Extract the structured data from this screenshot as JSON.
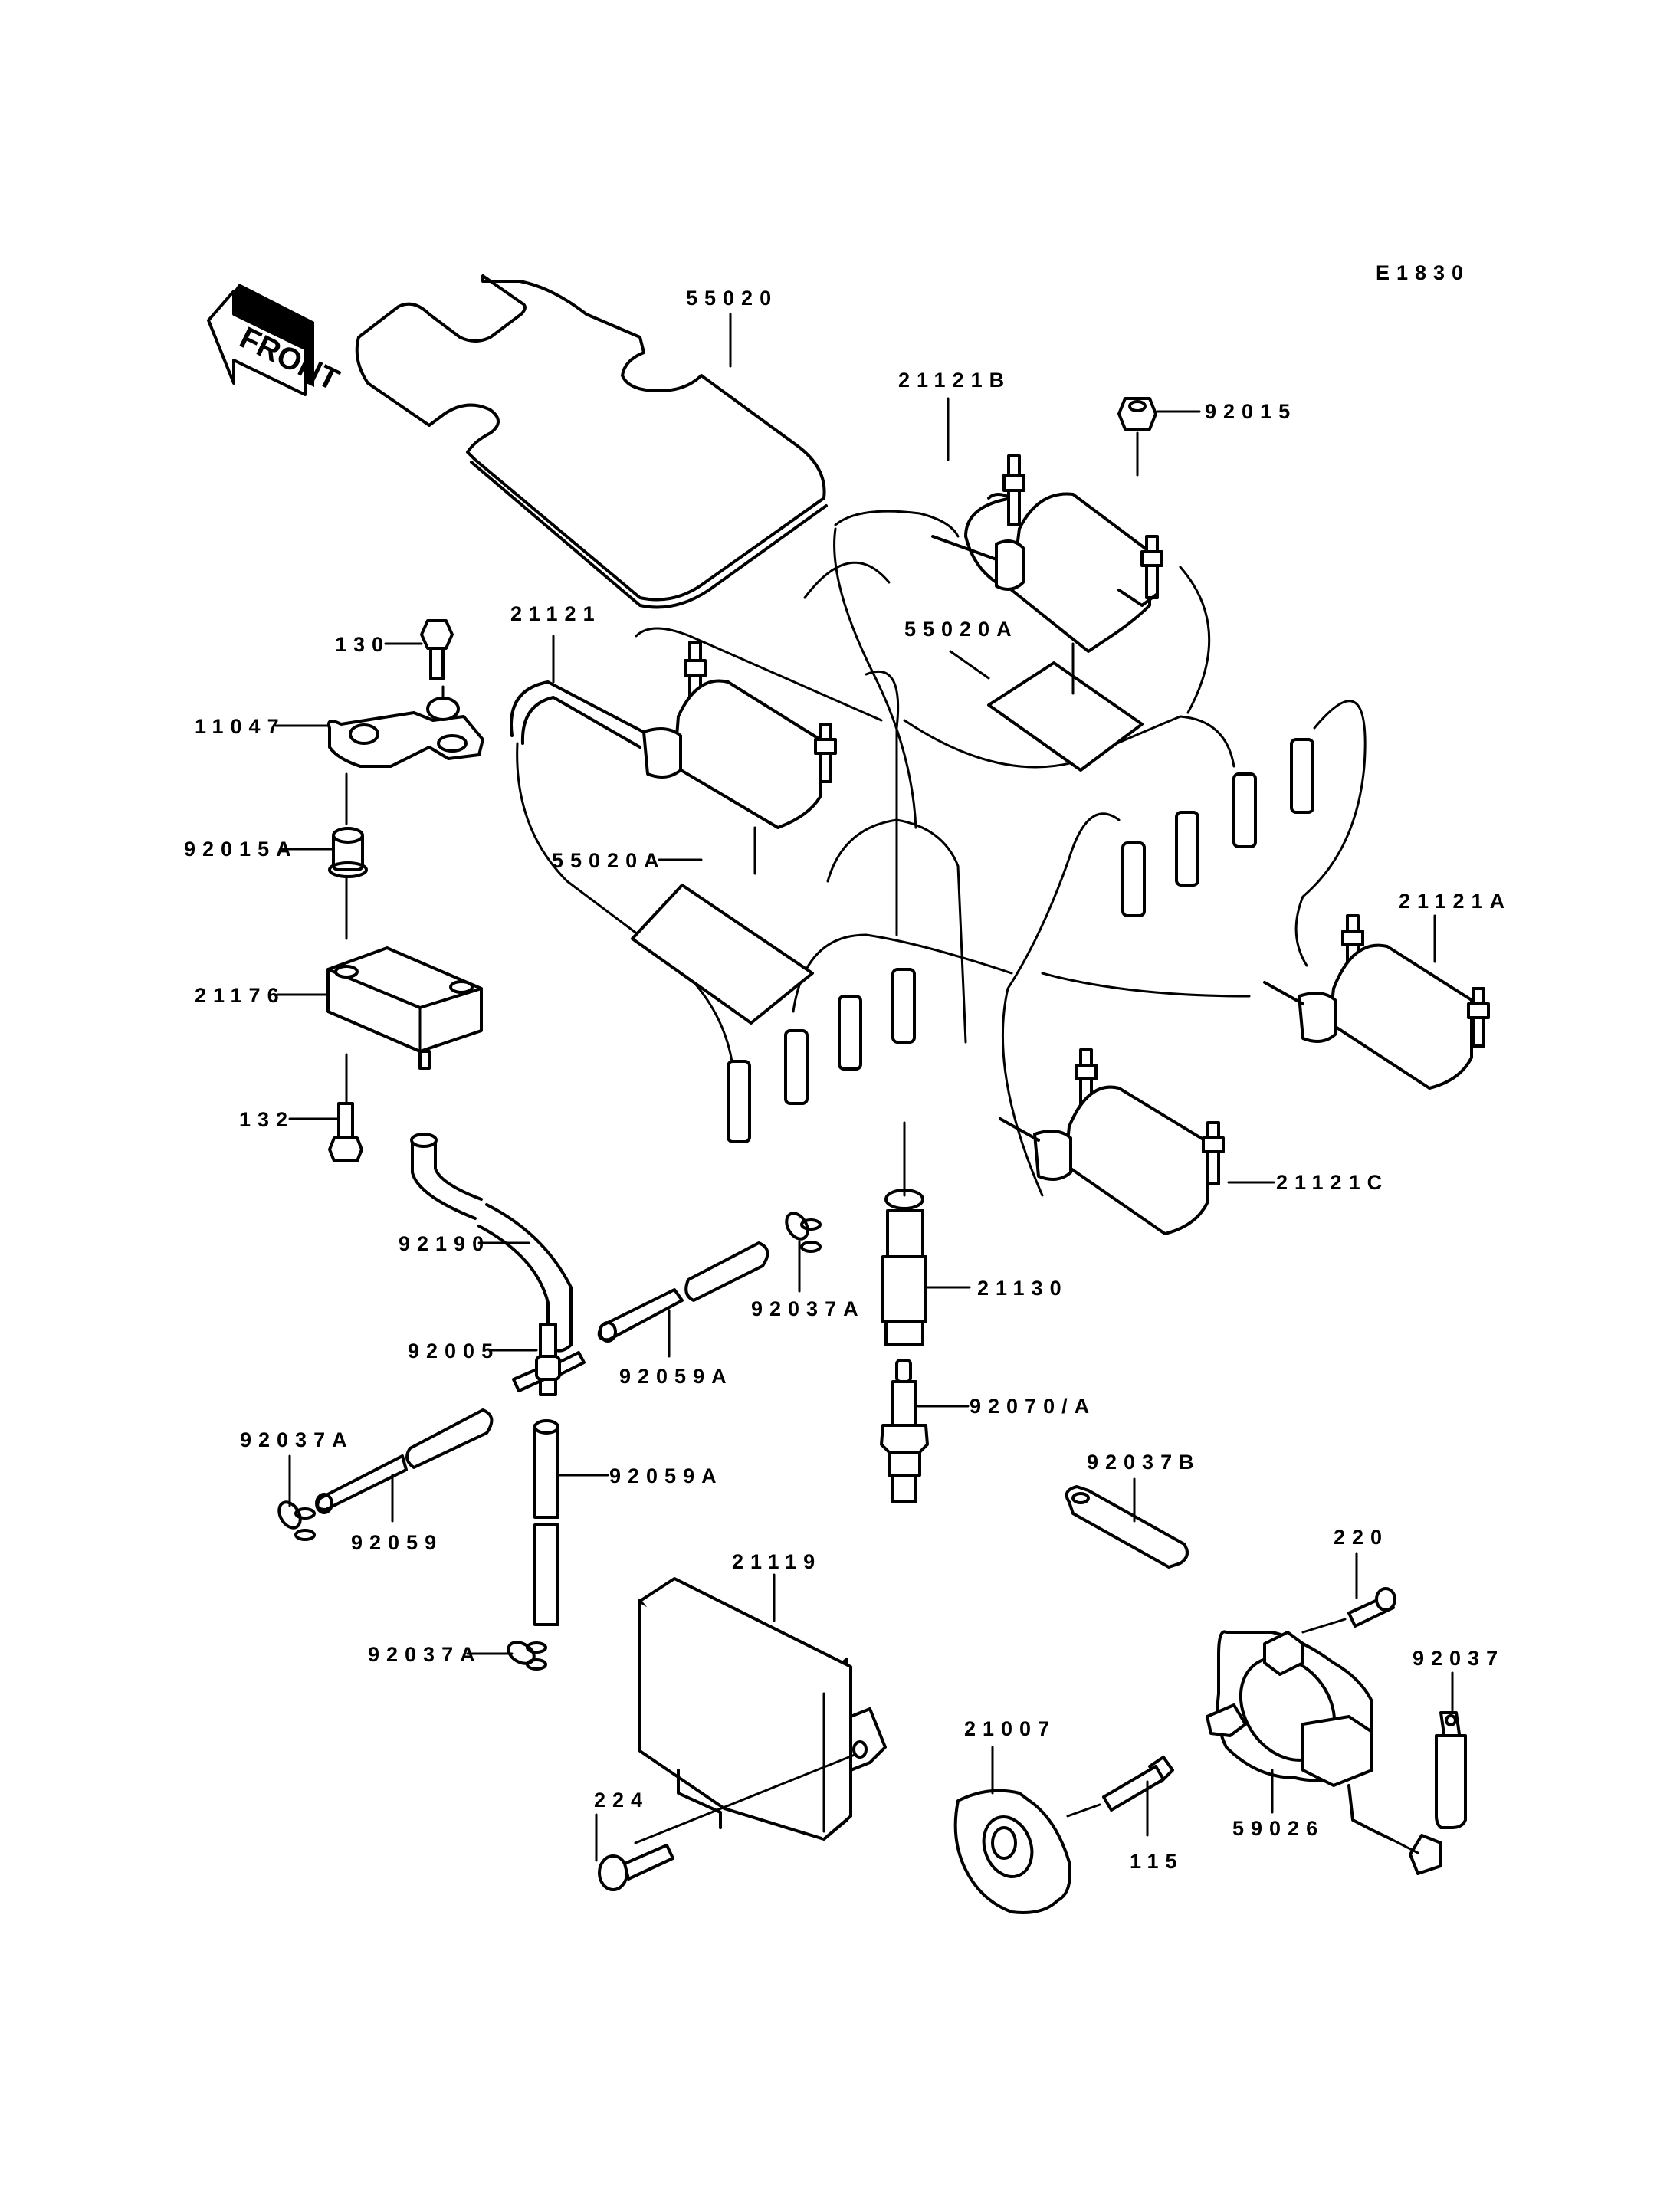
{
  "diagram": {
    "title": "Ignition System Parts Diagram",
    "figure_code": "E1830",
    "direction_indicator": "FRONT",
    "colors": {
      "line": "#000000",
      "background": "#ffffff"
    },
    "callouts": [
      {
        "id": "c55020",
        "part_number": "55020"
      },
      {
        "id": "c21121B",
        "part_number": "21121B"
      },
      {
        "id": "c92015",
        "part_number": "92015"
      },
      {
        "id": "c21121",
        "part_number": "21121"
      },
      {
        "id": "c130",
        "part_number": "130"
      },
      {
        "id": "c55020A_1",
        "part_number": "55020A"
      },
      {
        "id": "c11047",
        "part_number": "11047"
      },
      {
        "id": "c55020A_2",
        "part_number": "55020A"
      },
      {
        "id": "c92015A",
        "part_number": "92015A"
      },
      {
        "id": "c21121A",
        "part_number": "21121A"
      },
      {
        "id": "c21176",
        "part_number": "21176"
      },
      {
        "id": "c132",
        "part_number": "132"
      },
      {
        "id": "c21121C",
        "part_number": "21121C"
      },
      {
        "id": "c92190",
        "part_number": "92190"
      },
      {
        "id": "c21130",
        "part_number": "21130"
      },
      {
        "id": "c92037A_1",
        "part_number": "92037A"
      },
      {
        "id": "c92005",
        "part_number": "92005"
      },
      {
        "id": "c92059A_1",
        "part_number": "92059A"
      },
      {
        "id": "c92070A",
        "part_number": "92070/A"
      },
      {
        "id": "c92037A_2",
        "part_number": "92037A"
      },
      {
        "id": "c92059A_2",
        "part_number": "92059A"
      },
      {
        "id": "c92059",
        "part_number": "92059"
      },
      {
        "id": "c92037B",
        "part_number": "92037B"
      },
      {
        "id": "c21119",
        "part_number": "21119"
      },
      {
        "id": "c220",
        "part_number": "220"
      },
      {
        "id": "c92037A_3",
        "part_number": "92037A"
      },
      {
        "id": "c92037",
        "part_number": "92037"
      },
      {
        "id": "c21007",
        "part_number": "21007"
      },
      {
        "id": "c224",
        "part_number": "224"
      },
      {
        "id": "c115",
        "part_number": "115"
      },
      {
        "id": "c59026",
        "part_number": "59026"
      }
    ]
  }
}
